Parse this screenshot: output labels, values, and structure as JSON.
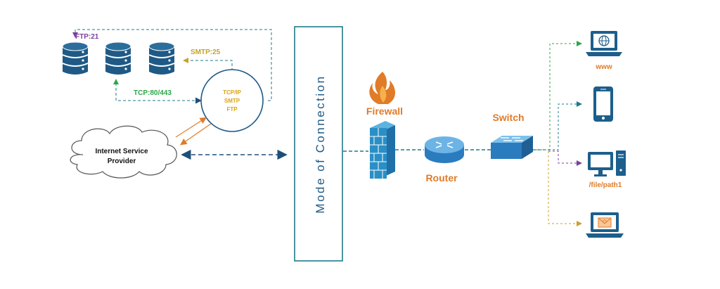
{
  "colors": {
    "server_blue": "#1f5a86",
    "device_blue": "#1c5f8c",
    "accent_orange": "#e07b28",
    "ftp_purple": "#7b3fa0",
    "smtp_gold": "#c9a227",
    "tcp_green": "#2aa84a",
    "protocol_text": "#d9a21a",
    "teal_line": "#1f7a8c",
    "firewall_blue": "#2a8fc6",
    "router_blue": "#4c9bd6"
  },
  "labels": {
    "ftp": "FTP:21",
    "smtp": "SMTP:25",
    "tcp": "TCP:80/443",
    "protocol_lines": [
      "TCP/IP",
      "SMTP",
      "FTP"
    ],
    "isp_lines": [
      "Internet Service",
      "Provider"
    ],
    "mode_of_connection": "Mode of Connection",
    "firewall": "Firewall",
    "router": "Router",
    "switch": "Switch",
    "www": "www",
    "file_path": "/file/path1"
  },
  "icons": {
    "servers": [
      "database-server-icon",
      "database-server-icon",
      "database-server-icon"
    ],
    "cloud": "cloud-icon",
    "firewall_flame": "flame-icon",
    "firewall_wall": "brick-wall-icon",
    "router": "router-icon",
    "switch": "network-switch-icon",
    "laptop_globe": "laptop-globe-icon",
    "mobile": "smartphone-icon",
    "desktop": "desktop-computer-icon",
    "laptop_mail": "laptop-mail-icon"
  }
}
